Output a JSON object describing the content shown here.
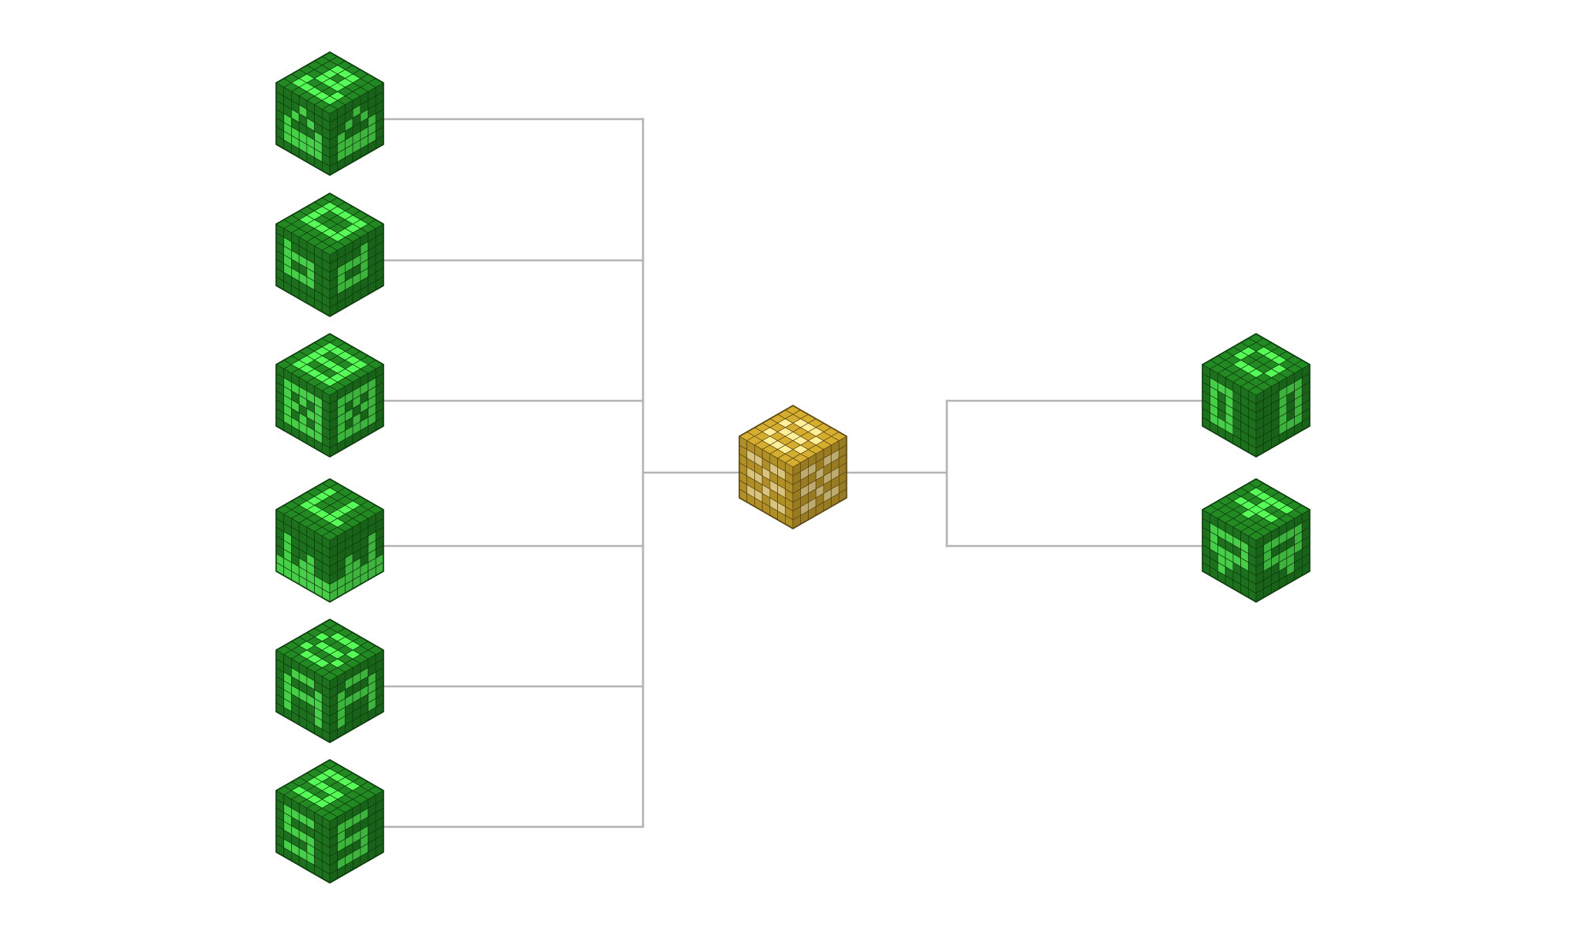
{
  "diagram": {
    "type": "tree",
    "root": "center-cube",
    "colors": {
      "background": "#ffffff",
      "connector": "#b4b4b4",
      "green_dark": "#1f7a1f",
      "green_light": "#4ee04e",
      "gold_dark": "#bf9b2a",
      "gold_light": "#ecd58a",
      "grid_line": "#0d3d0d"
    },
    "cubes": [
      {
        "id": "center-cube",
        "theme": "gold",
        "top": [
          "0000000",
          "0011100",
          "0100010",
          "0011100",
          "0100010",
          "0011100",
          "0000000"
        ],
        "left": [
          "0000000",
          "0110110",
          "0001000",
          "0110110",
          "0001000",
          "0110110",
          "0000000"
        ],
        "right": [
          "0000000",
          "0110110",
          "0001000",
          "0110110",
          "0001000",
          "0110110",
          "0000000"
        ]
      },
      {
        "id": "left-cube-1",
        "theme": "green",
        "top": [
          "0000000",
          "0011100",
          "0010100",
          "0011100",
          "0100010",
          "0111110",
          "0000000"
        ],
        "left": [
          "0000000",
          "0001000",
          "0010100",
          "0100010",
          "0111110",
          "0111110",
          "0000000"
        ],
        "right": [
          "0000000",
          "0001000",
          "0010100",
          "0100010",
          "0111110",
          "0111110",
          "0000000"
        ]
      },
      {
        "id": "left-cube-2",
        "theme": "green",
        "top": [
          "0000000",
          "0111110",
          "0100010",
          "0100010",
          "0111110",
          "0000000",
          "0000000"
        ],
        "left": [
          "0000000",
          "0100000",
          "0111100",
          "0100100",
          "0111100",
          "0000000",
          "0000000"
        ],
        "right": [
          "0000000",
          "0000100",
          "0111100",
          "0100100",
          "0111100",
          "0000000",
          "0000000"
        ]
      },
      {
        "id": "left-cube-3",
        "theme": "green-inverse",
        "top": [
          "1111111",
          "1000001",
          "1011101",
          "1000001",
          "1011101",
          "1000001",
          "1111111"
        ],
        "left": [
          "1111111",
          "1000001",
          "1010101",
          "1001001",
          "1010101",
          "1000001",
          "1111111"
        ],
        "right": [
          "1111111",
          "1000001",
          "1010101",
          "1001001",
          "1010101",
          "1000001",
          "1111111"
        ]
      },
      {
        "id": "left-cube-4",
        "theme": "green",
        "top": [
          "0000000",
          "0100100",
          "0100100",
          "0100100",
          "0111110",
          "0000000",
          "0000000"
        ],
        "left": [
          "0000000",
          "0000000",
          "0100000",
          "0100100",
          "0101100",
          "1111111",
          "1111111"
        ],
        "right": [
          "0000000",
          "0000000",
          "0000010",
          "0010010",
          "0011010",
          "1111111",
          "1111111"
        ]
      },
      {
        "id": "left-cube-5",
        "theme": "green",
        "top": [
          "0000000",
          "0011100",
          "0100010",
          "0011100",
          "0100010",
          "0011100",
          "0000000"
        ],
        "left": [
          "0000000",
          "0011100",
          "0100010",
          "0111110",
          "0100010",
          "0100010",
          "0000000"
        ],
        "right": [
          "0000000",
          "0011100",
          "0100010",
          "0111110",
          "0100010",
          "0100010",
          "0000000"
        ]
      },
      {
        "id": "left-cube-6",
        "theme": "green",
        "top": [
          "0000000",
          "0111100",
          "0100000",
          "0111100",
          "0000100",
          "0111100",
          "0000000"
        ],
        "left": [
          "0000000",
          "0111100",
          "0100000",
          "0111100",
          "0000100",
          "0111100",
          "0000000"
        ],
        "right": [
          "0000000",
          "0111100",
          "0100000",
          "0111100",
          "0000100",
          "0111100",
          "0000000"
        ]
      },
      {
        "id": "right-cube-1",
        "theme": "green",
        "top": [
          "0000000",
          "0011100",
          "0100010",
          "0100010",
          "0011100",
          "0000000",
          "0000000"
        ],
        "left": [
          "0000000",
          "0111000",
          "0101000",
          "0101000",
          "0101000",
          "0111000",
          "0000000"
        ],
        "right": [
          "0000000",
          "0001110",
          "0001010",
          "0001010",
          "0001010",
          "0001110",
          "0000000"
        ]
      },
      {
        "id": "right-cube-2",
        "theme": "green",
        "top": [
          "0000000",
          "0111110",
          "0001000",
          "0111110",
          "0001000",
          "0000000",
          "0000000"
        ],
        "left": [
          "0000000",
          "0111110",
          "0100010",
          "0111110",
          "0011000",
          "0010000",
          "0000000"
        ],
        "right": [
          "0000000",
          "0111110",
          "0100010",
          "0111110",
          "0001100",
          "0000100",
          "0000000"
        ]
      }
    ],
    "edges": [
      [
        "center-cube",
        "left-cube-1"
      ],
      [
        "center-cube",
        "left-cube-2"
      ],
      [
        "center-cube",
        "left-cube-3"
      ],
      [
        "center-cube",
        "left-cube-4"
      ],
      [
        "center-cube",
        "left-cube-5"
      ],
      [
        "center-cube",
        "left-cube-6"
      ],
      [
        "center-cube",
        "right-cube-1"
      ],
      [
        "center-cube",
        "right-cube-2"
      ]
    ]
  }
}
